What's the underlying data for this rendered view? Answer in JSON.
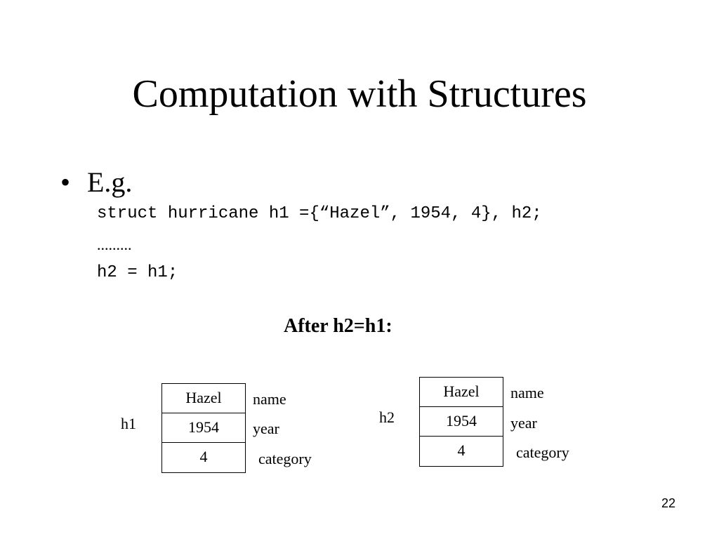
{
  "slide": {
    "title": "Computation with Structures",
    "bullet_marker": "•",
    "bullet_text": "E.g.",
    "code_lines": [
      "struct hurricane h1 ={“Hazel”, 1954, 4}, h2;",
      ".........",
      "h2 = h1;"
    ],
    "after_label": "After h2=h1:",
    "page_number": "22"
  },
  "diagram": {
    "h1": {
      "label": "h1",
      "cells": [
        "Hazel",
        "1954",
        "4"
      ],
      "fields": [
        "name",
        "year",
        "category"
      ]
    },
    "h2": {
      "label": "h2",
      "cells": [
        "Hazel",
        "1954",
        "4"
      ],
      "fields": [
        "name",
        "year",
        "category"
      ]
    }
  }
}
